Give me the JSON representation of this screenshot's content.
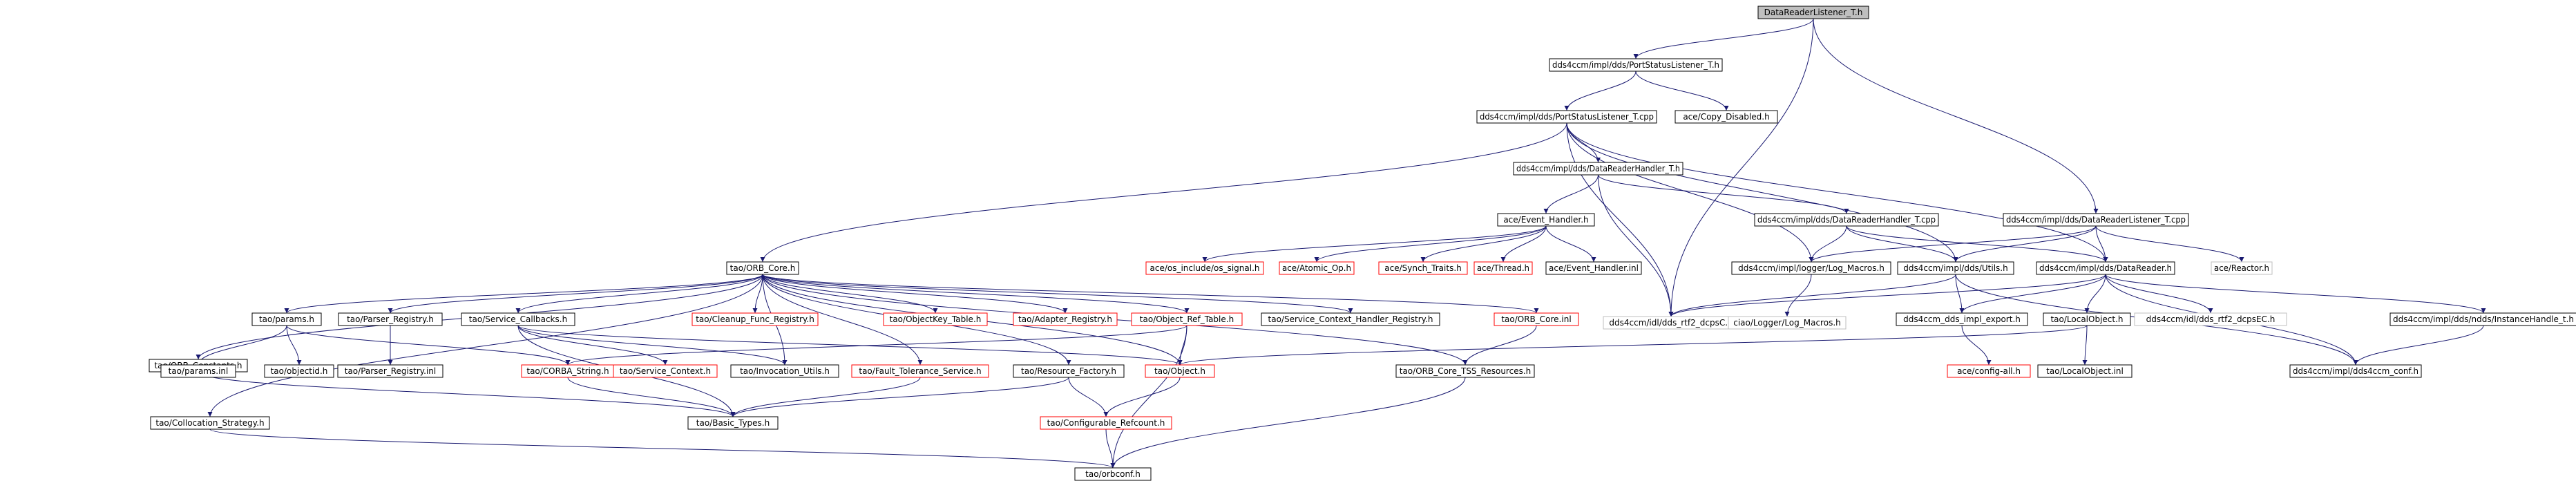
{
  "colors": {
    "edge": "#191970",
    "box_border": "#000000",
    "missing_border": "#ff0000",
    "faint_border": "#bfbfbf",
    "root_fill": "#bfbfbf",
    "text": "#000000"
  },
  "nodes": [
    {
      "id": "root",
      "label": "DataReaderListener_T.h",
      "style": "root"
    },
    {
      "id": "psl_h",
      "label": "dds4ccm/impl/dds/PortStatusListener_T.h",
      "style": "normal"
    },
    {
      "id": "copy_dis",
      "label": "ace/Copy_Disabled.h",
      "style": "normal"
    },
    {
      "id": "psl_cpp",
      "label": "dds4ccm/impl/dds/PortStatusListener_T.cpp",
      "style": "normal"
    },
    {
      "id": "drh_h",
      "label": "dds4ccm/impl/dds/DataReaderHandler_T.h",
      "style": "normal"
    },
    {
      "id": "evh_h",
      "label": "ace/Event_Handler.h",
      "style": "normal"
    },
    {
      "id": "drh_cpp",
      "label": "dds4ccm/impl/dds/DataReaderHandler_T.cpp",
      "style": "normal"
    },
    {
      "id": "drl_cpp",
      "label": "dds4ccm/impl/dds/DataReaderListener_T.cpp",
      "style": "normal"
    },
    {
      "id": "os_signal",
      "label": "ace/os_include/os_signal.h",
      "style": "missing"
    },
    {
      "id": "atomic_op",
      "label": "ace/Atomic_Op.h",
      "style": "missing"
    },
    {
      "id": "synch_traits",
      "label": "ace/Synch_Traits.h",
      "style": "missing"
    },
    {
      "id": "thread",
      "label": "ace/Thread.h",
      "style": "missing"
    },
    {
      "id": "evh_inl",
      "label": "ace/Event_Handler.inl",
      "style": "normal"
    },
    {
      "id": "orb_core",
      "label": "tao/ORB_Core.h",
      "style": "normal"
    },
    {
      "id": "log_macros",
      "label": "dds4ccm/impl/logger/Log_Macros.h",
      "style": "normal"
    },
    {
      "id": "utils_h",
      "label": "dds4ccm/impl/dds/Utils.h",
      "style": "normal"
    },
    {
      "id": "datareader_h",
      "label": "dds4ccm/impl/dds/DataReader.h",
      "style": "normal"
    },
    {
      "id": "reactor_h",
      "label": "ace/Reactor.h",
      "style": "faint"
    },
    {
      "id": "params_h",
      "label": "tao/params.h",
      "style": "normal"
    },
    {
      "id": "parser_reg",
      "label": "tao/Parser_Registry.h",
      "style": "normal"
    },
    {
      "id": "svc_callbacks",
      "label": "tao/Service_Callbacks.h",
      "style": "normal"
    },
    {
      "id": "cleanup_func",
      "label": "tao/Cleanup_Func_Registry.h",
      "style": "missing"
    },
    {
      "id": "objkey_table",
      "label": "tao/ObjectKey_Table.h",
      "style": "missing"
    },
    {
      "id": "adapter_reg",
      "label": "tao/Adapter_Registry.h",
      "style": "missing"
    },
    {
      "id": "objref_table",
      "label": "tao/Object_Ref_Table.h",
      "style": "missing"
    },
    {
      "id": "svc_ctx_handler",
      "label": "tao/Service_Context_Handler_Registry.h",
      "style": "normal"
    },
    {
      "id": "orb_core_inl",
      "label": "tao/ORB_Core.inl",
      "style": "missing"
    },
    {
      "id": "dds_rtf2",
      "label": "dds4ccm/idl/dds_rtf2_dcpsC.h",
      "style": "faint"
    },
    {
      "id": "ciao_log",
      "label": "ciao/Logger/Log_Macros.h",
      "style": "faint"
    },
    {
      "id": "impl_export",
      "label": "dds4ccm_dds_impl_export.h",
      "style": "normal"
    },
    {
      "id": "local_object_h",
      "label": "tao/LocalObject.h",
      "style": "normal"
    },
    {
      "id": "dds_rtf2_ec",
      "label": "dds4ccm/idl/dds_rtf2_dcpsEC.h",
      "style": "faint"
    },
    {
      "id": "instance_handle",
      "label": "dds4ccm/impl/dds/ndds/InstanceHandle_t.h",
      "style": "normal"
    },
    {
      "id": "orb_constants",
      "label": "tao/ORB_Constants.h",
      "style": "normal"
    },
    {
      "id": "params_inl",
      "label": "tao/params.inl",
      "style": "normal"
    },
    {
      "id": "objectid",
      "label": "tao/objectid.h",
      "style": "normal"
    },
    {
      "id": "parser_reg_inl",
      "label": "tao/Parser_Registry.inl",
      "style": "normal"
    },
    {
      "id": "corba_string",
      "label": "tao/CORBA_String.h",
      "style": "missing"
    },
    {
      "id": "svc_context",
      "label": "tao/Service_Context.h",
      "style": "missing"
    },
    {
      "id": "invocation_utils",
      "label": "tao/Invocation_Utils.h",
      "style": "normal"
    },
    {
      "id": "fault_tolerance",
      "label": "tao/Fault_Tolerance_Service.h",
      "style": "missing"
    },
    {
      "id": "resource_factory",
      "label": "tao/Resource_Factory.h",
      "style": "normal"
    },
    {
      "id": "object_h",
      "label": "tao/Object.h",
      "style": "missing"
    },
    {
      "id": "orb_core_tss",
      "label": "tao/ORB_Core_TSS_Resources.h",
      "style": "normal"
    },
    {
      "id": "config_all",
      "label": "ace/config-all.h",
      "style": "missing"
    },
    {
      "id": "local_object_inl",
      "label": "tao/LocalObject.inl",
      "style": "normal"
    },
    {
      "id": "dds4ccm_conf",
      "label": "dds4ccm/impl/dds4ccm_conf.h",
      "style": "normal"
    },
    {
      "id": "collocation",
      "label": "tao/Collocation_Strategy.h",
      "style": "normal"
    },
    {
      "id": "basic_types",
      "label": "tao/Basic_Types.h",
      "style": "normal"
    },
    {
      "id": "configurable_refcount",
      "label": "tao/Configurable_Refcount.h",
      "style": "missing"
    },
    {
      "id": "orbconf",
      "label": "tao/orbconf.h",
      "style": "normal"
    }
  ]
}
